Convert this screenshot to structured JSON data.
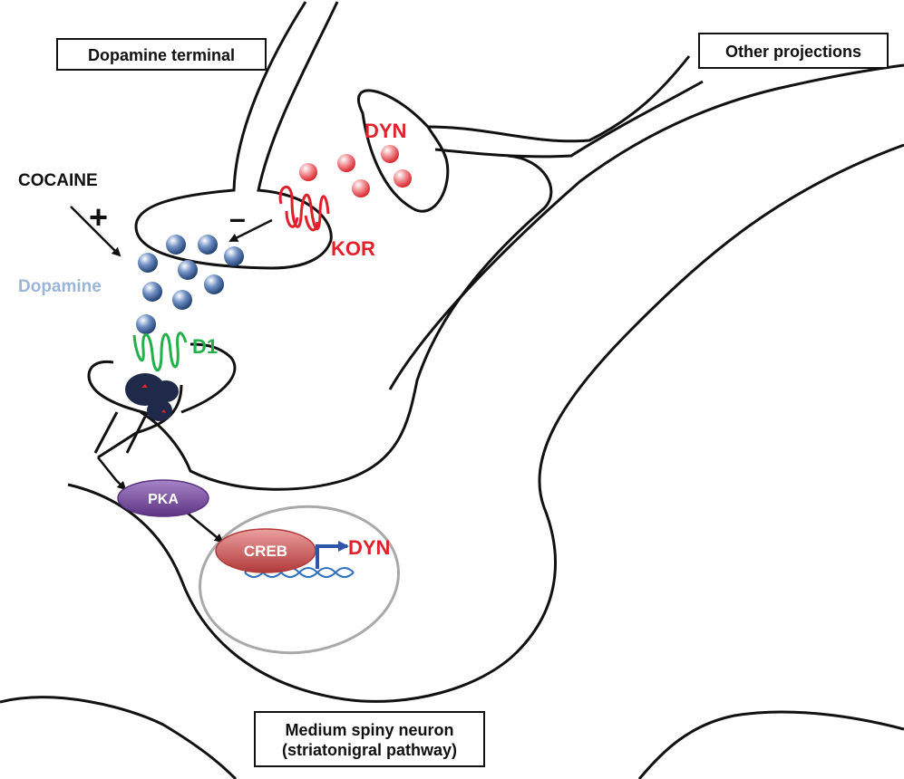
{
  "labels": {
    "dopamine_terminal": "Dopamine terminal",
    "other_projections": "Other projections",
    "medium_spiny_neuron_line1": "Medium spiny neuron",
    "medium_spiny_neuron_line2": "(striatonigral pathway)",
    "cocaine": "COCAINE",
    "plus": "+",
    "minus": "–",
    "dopamine": "Dopamine",
    "d1": "D1",
    "kor": "KOR",
    "dyn_vesicles": "DYN",
    "pka": "PKA",
    "creb": "CREB",
    "dyn_gene": "DYN"
  },
  "colors": {
    "outline": "#111111",
    "dopamine_blue": "#1b3a6b",
    "dopamine_label": "#9bb5d9",
    "dyn_red": "#e0202b",
    "d1_green": "#22b04a",
    "pka_purple": "#7b4fa0",
    "creb_red": "#c84a4a",
    "dna_blue": "#2f6fbe",
    "nucleus_gray": "#a9a9a9"
  }
}
